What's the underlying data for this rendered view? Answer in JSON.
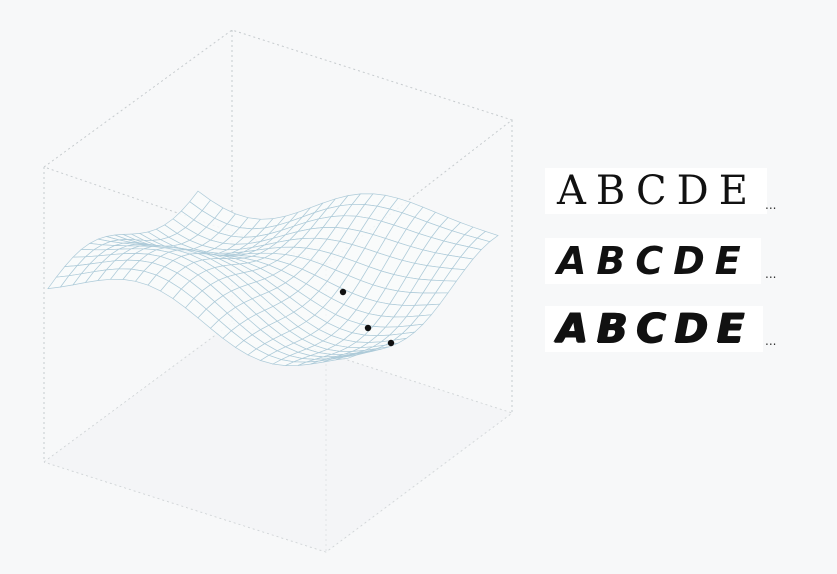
{
  "surface_plot": {
    "bounding_box": "dotted-wireframe-cube",
    "surface": "wavy-mesh",
    "markers": 3
  },
  "font_samples": [
    {
      "text": "ABCDE",
      "suffix": "..."
    },
    {
      "text": "ABCDE",
      "suffix": "..."
    },
    {
      "text": "ABCDE",
      "suffix": "..."
    }
  ],
  "colors": {
    "background": "#f7f8f9",
    "mesh_line": "#aecbd9",
    "mesh_fill": "#f9fbfc",
    "box_line": "#c4c9cc",
    "marker": "#111111"
  }
}
